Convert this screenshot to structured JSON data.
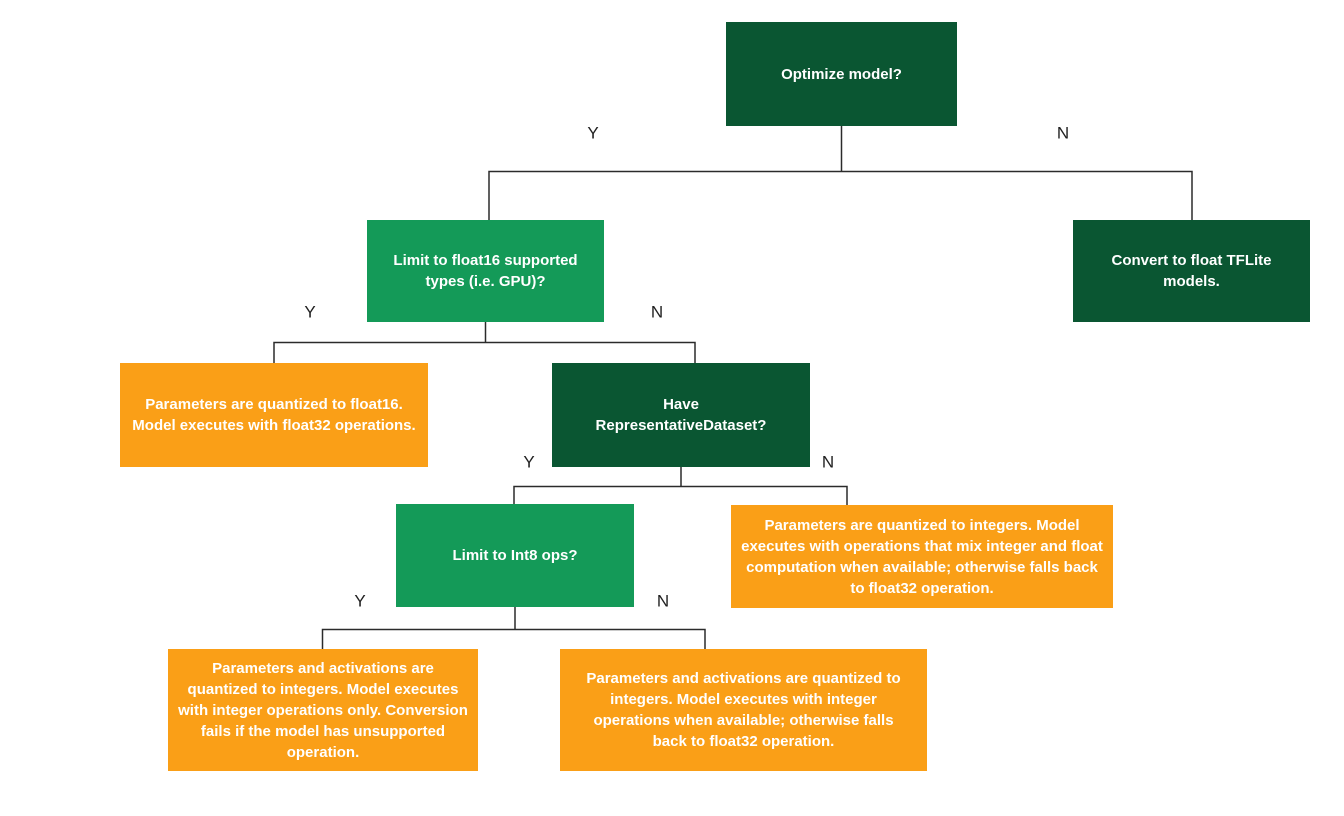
{
  "diagram": {
    "type": "flowchart-decision-tree",
    "branch_labels": {
      "yes": "Y",
      "no": "N"
    },
    "nodes": {
      "optimize": {
        "label": "Optimize model?",
        "kind": "decision"
      },
      "limit_float16": {
        "label": "Limit to float16 supported types (i.e. GPU)?",
        "kind": "decision"
      },
      "convert_float": {
        "label": "Convert to float TFLite models.",
        "kind": "terminal"
      },
      "float16_result": {
        "label": "Parameters are quantized to float16. Model executes with float32 operations.",
        "kind": "result"
      },
      "have_dataset": {
        "label": "Have RepresentativeDataset?",
        "kind": "decision"
      },
      "limit_int8": {
        "label": "Limit to Int8 ops?",
        "kind": "decision"
      },
      "dynamic_range_result": {
        "label": "Parameters are quantized to integers. Model executes with operations that mix integer and float computation when available; otherwise falls back to float32 operation.",
        "kind": "result"
      },
      "int8_only_result": {
        "label": "Parameters and activations are quantized to integers. Model executes with integer operations only. Conversion fails if the model has unsupported operation.",
        "kind": "result"
      },
      "int8_fallback_result": {
        "label": "Parameters and activations are quantized to integers. Model executes with integer operations when available; otherwise falls back to float32 operation.",
        "kind": "result"
      }
    },
    "colors": {
      "background": "#ffffff",
      "decision_dark": "#0a5632",
      "decision_green": "#149a58",
      "result_orange": "#fa9f17",
      "connector": "#2b2b2b",
      "node_text": "#ffffff",
      "branch_text": "#212121"
    }
  }
}
